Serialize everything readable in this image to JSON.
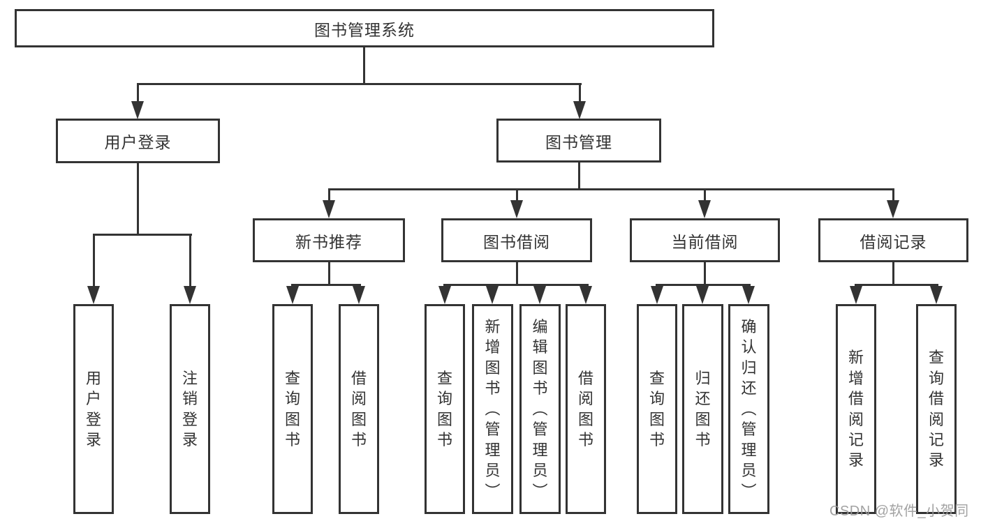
{
  "colors": {
    "line": "#333333",
    "border": "#333333",
    "text": "#333333",
    "watermark": "#9b9b9b",
    "bg": "#ffffff"
  },
  "tree": {
    "root": {
      "label": "图书管理系统"
    },
    "level2": [
      {
        "label": "用户登录"
      },
      {
        "label": "图书管理"
      }
    ],
    "level3": [
      {
        "label": "新书推荐",
        "parent": "图书管理"
      },
      {
        "label": "图书借阅",
        "parent": "图书管理"
      },
      {
        "label": "当前借阅",
        "parent": "图书管理"
      },
      {
        "label": "借阅记录",
        "parent": "图书管理"
      }
    ],
    "leaves": [
      {
        "label": "用户登录",
        "parent": "用户登录"
      },
      {
        "label": "注销登录",
        "parent": "用户登录"
      },
      {
        "label": "查询图书",
        "parent": "新书推荐"
      },
      {
        "label": "借阅图书",
        "parent": "新书推荐"
      },
      {
        "label": "查询图书",
        "parent": "图书借阅"
      },
      {
        "label": "新增图书（管理员）",
        "parent": "图书借阅"
      },
      {
        "label": "编辑图书（管理员）",
        "parent": "图书借阅"
      },
      {
        "label": "借阅图书",
        "parent": "图书借阅"
      },
      {
        "label": "查询图书",
        "parent": "当前借阅"
      },
      {
        "label": "归还图书",
        "parent": "当前借阅"
      },
      {
        "label": "确认归还（管理员）",
        "parent": "当前借阅"
      },
      {
        "label": "新增借阅记录",
        "parent": "借阅记录"
      },
      {
        "label": "查询借阅记录",
        "parent": "借阅记录"
      }
    ]
  },
  "watermark": {
    "text": "CSDN @软件_小贺同学"
  }
}
